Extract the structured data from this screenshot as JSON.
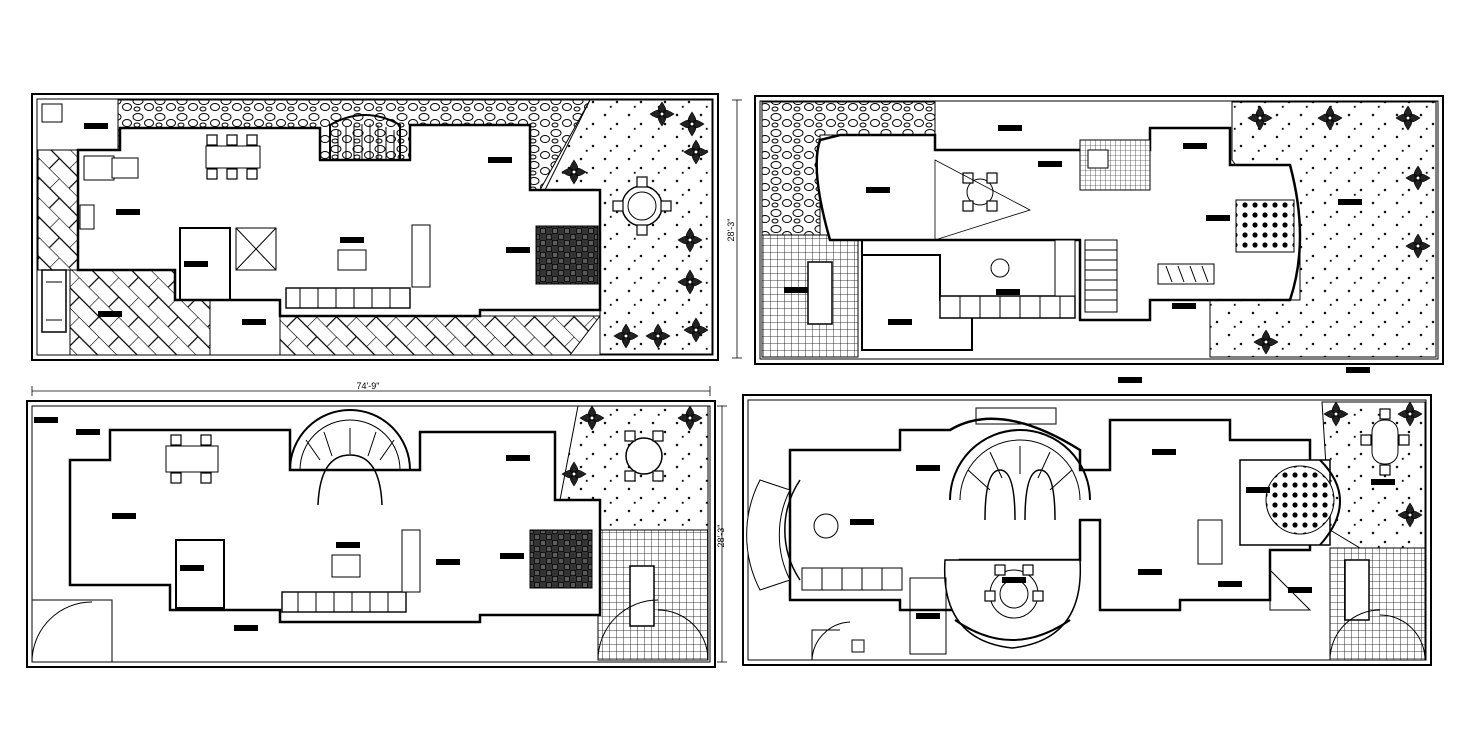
{
  "dimensions": {
    "overall_width": "74'-9\"",
    "depth_top": "28'-3\"",
    "depth_bottom": "28'-3\""
  },
  "plans": [
    {
      "id": "plan-1"
    },
    {
      "id": "plan-2"
    },
    {
      "id": "plan-3"
    },
    {
      "id": "plan-4"
    }
  ]
}
